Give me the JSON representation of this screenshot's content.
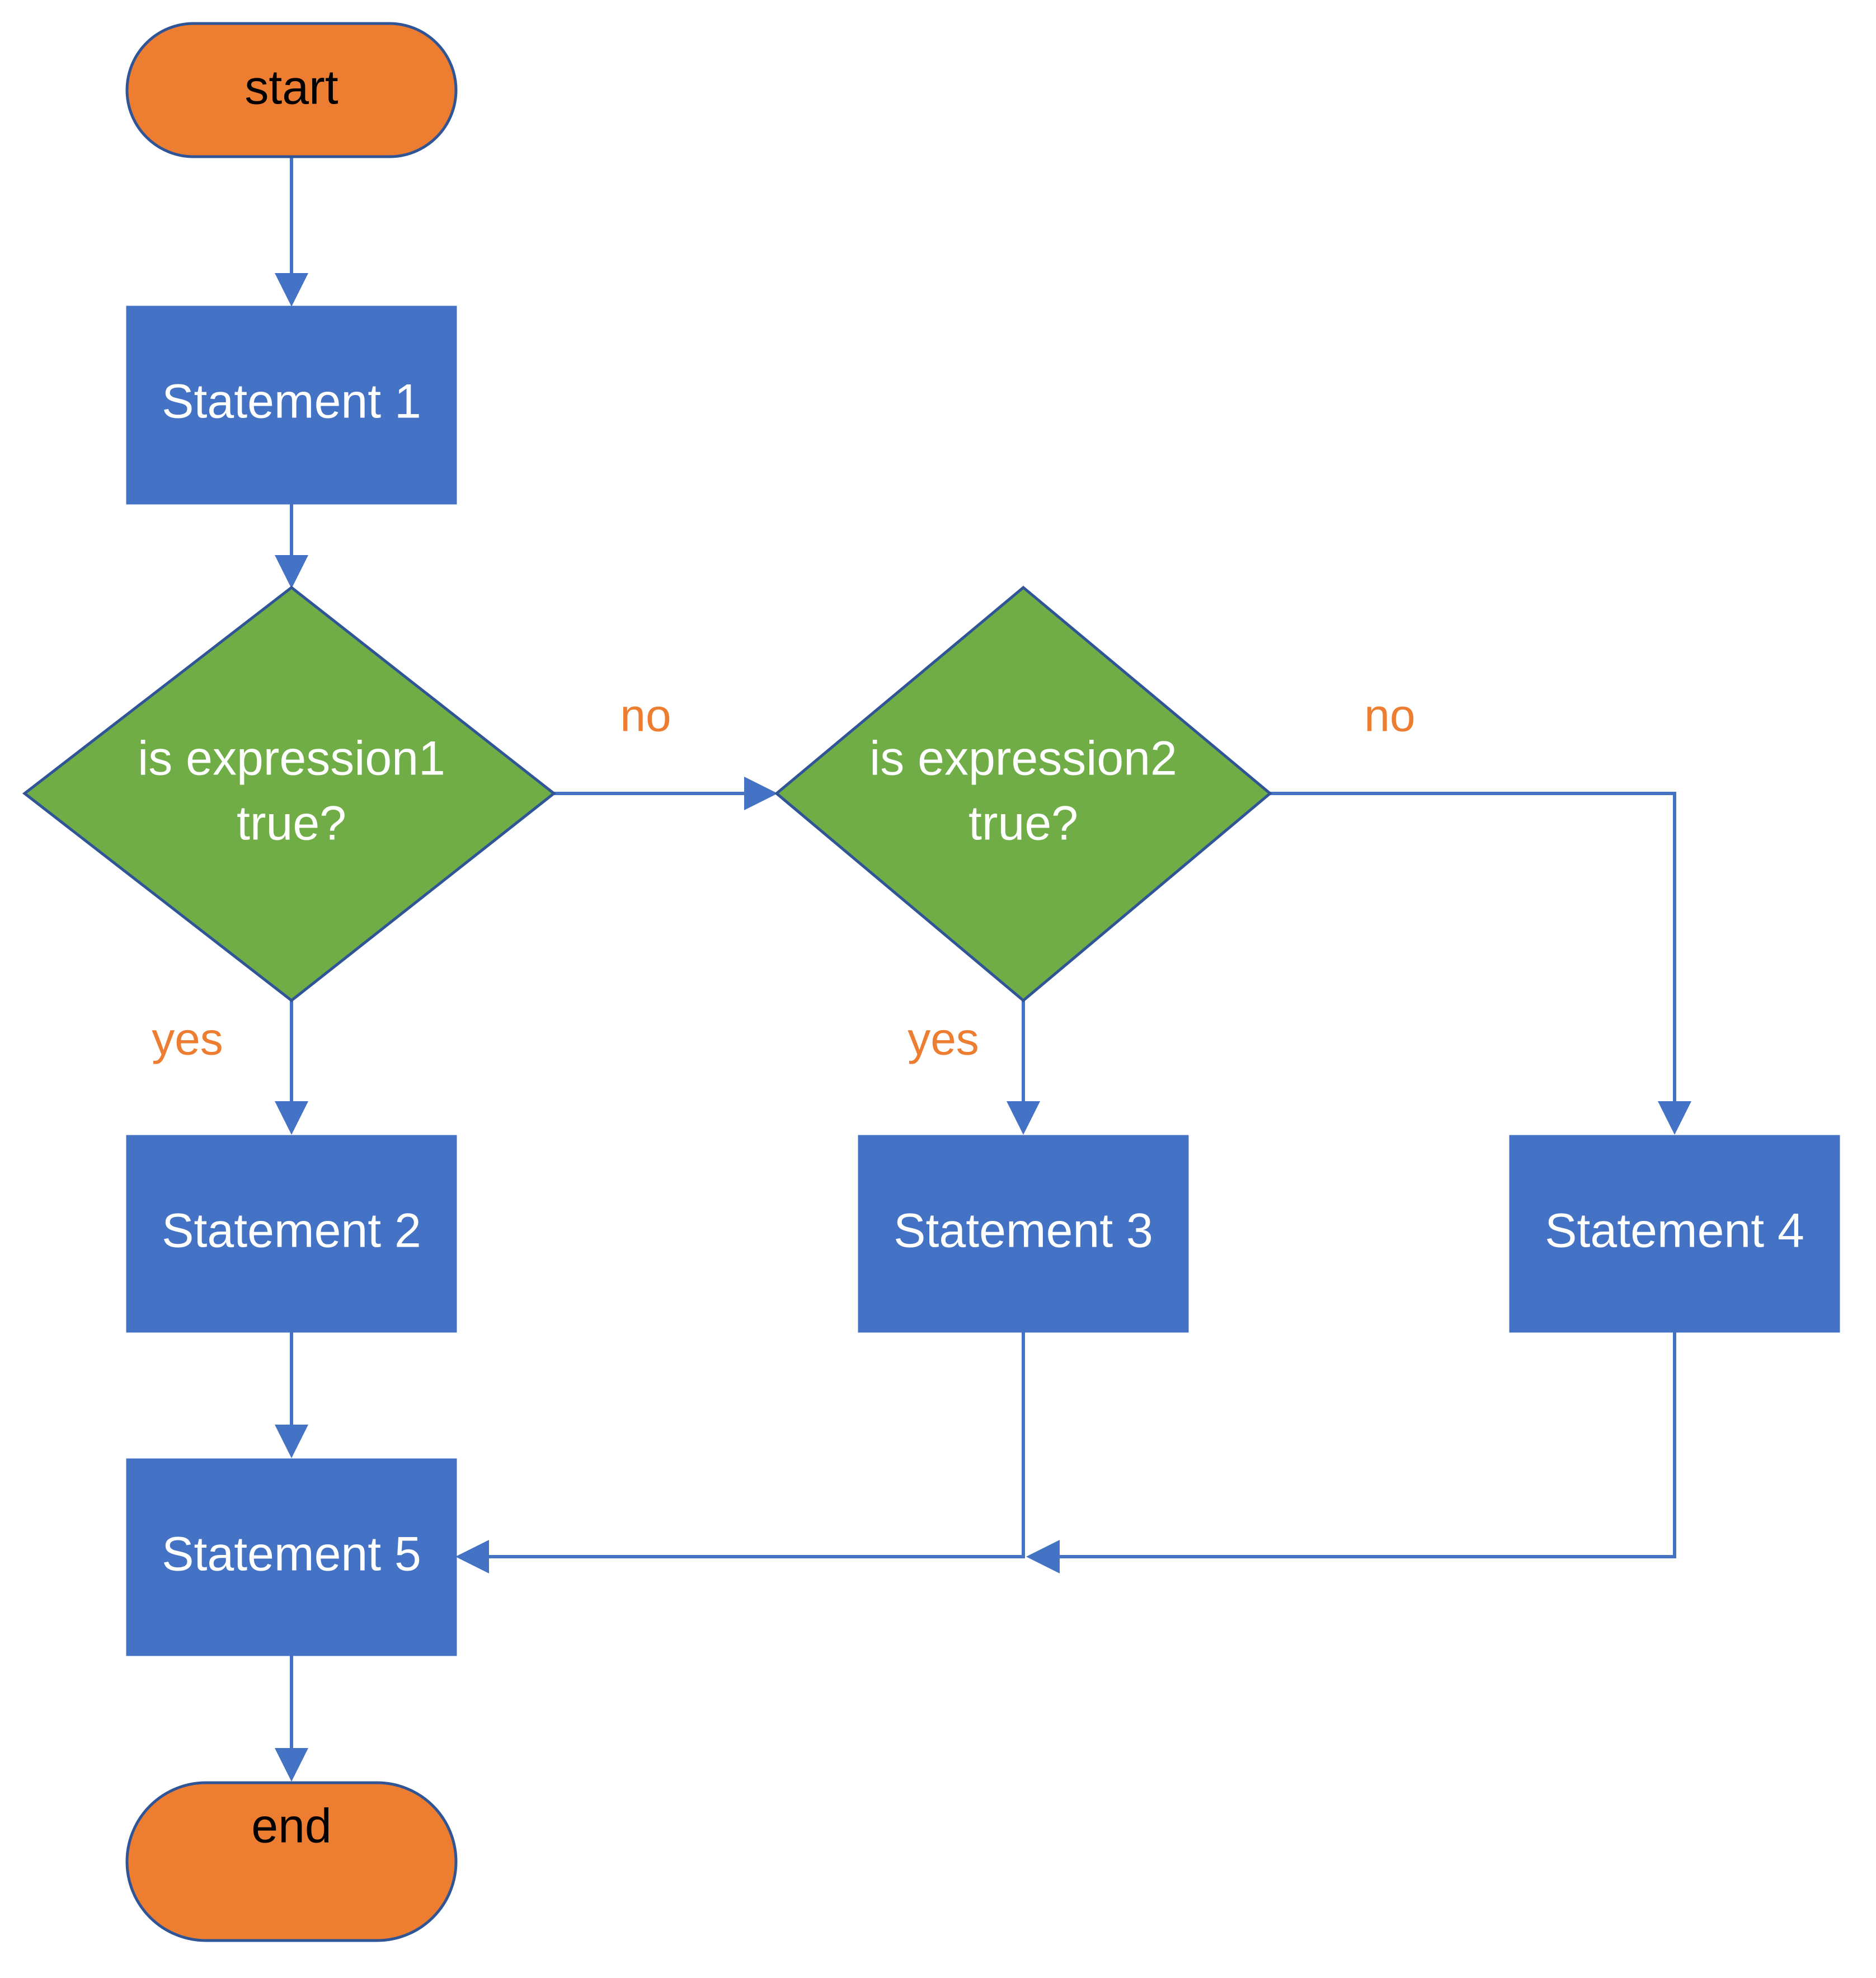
{
  "colors": {
    "terminal_fill": "#ED7D31",
    "process_fill": "#4472C4",
    "decision_fill": "#70AD47",
    "outline": "#2F5597",
    "connector": "#4472C4",
    "label": "#ED7D31",
    "terminal_text": "#000000",
    "node_text": "#FFFFFF"
  },
  "nodes": {
    "start": {
      "label": "start"
    },
    "statement1": {
      "label": "Statement 1"
    },
    "decision1": {
      "line1": "is expression1",
      "line2": "true?"
    },
    "decision2": {
      "line1": "is expression2",
      "line2": "true?"
    },
    "statement2": {
      "label": "Statement 2"
    },
    "statement3": {
      "label": "Statement 3"
    },
    "statement4": {
      "label": "Statement 4"
    },
    "statement5": {
      "label": "Statement 5"
    },
    "end": {
      "label": "end"
    }
  },
  "edge_labels": {
    "decision1_no": "no",
    "decision2_no": "no",
    "decision1_yes": "yes",
    "decision2_yes": "yes"
  }
}
